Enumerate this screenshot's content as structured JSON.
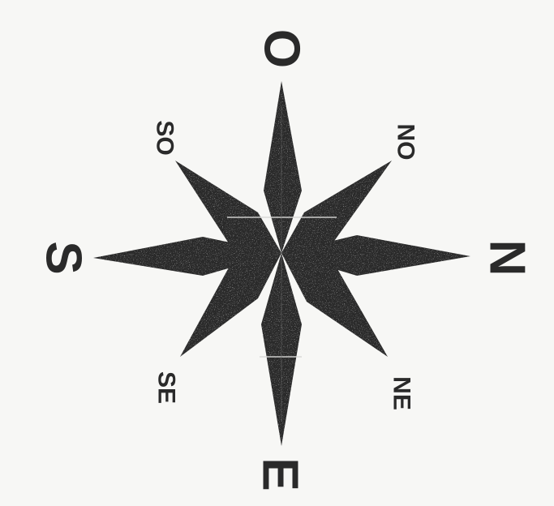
{
  "compass": {
    "labels": {
      "top": "O",
      "right": "N",
      "bottom": "E",
      "left": "S",
      "upper_right": "NO",
      "lower_right": "NE",
      "lower_left": "SE",
      "upper_left": "SO"
    },
    "colors": {
      "background": "#f7f7f5",
      "star": "#2b2b2b",
      "label": "#2a2a2a"
    }
  }
}
